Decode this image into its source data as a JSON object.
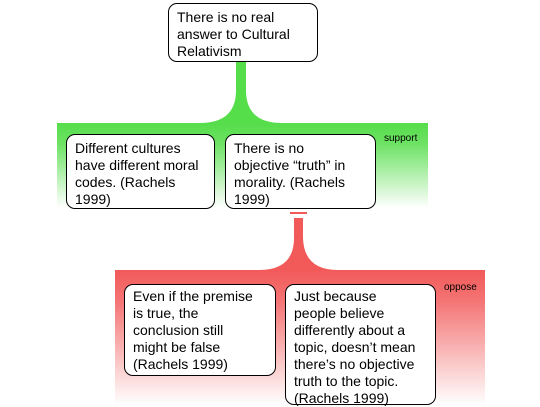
{
  "claim": {
    "text": "There is no real\nanswer to Cultural\nRelativism"
  },
  "support_group": {
    "label": "support",
    "color": "#55dd4a",
    "reasons": [
      {
        "text": "Different cultures\nhave different moral\ncodes. (Rachels\n1999)"
      },
      {
        "text": "There is no\nobjective “truth” in\nmorality. (Rachels\n1999)"
      }
    ]
  },
  "oppose_group": {
    "label": "oppose",
    "color": "#f25a5a",
    "objections": [
      {
        "text": "Even if the premise\nis true, the\nconclusion still\nmight be false\n(Rachels 1999)"
      },
      {
        "text": "Just because\npeople believe\ndifferently about a\ntopic, doesn’t mean\nthere’s no objective\ntruth to the topic.\n(Rachels 1999)"
      }
    ]
  }
}
